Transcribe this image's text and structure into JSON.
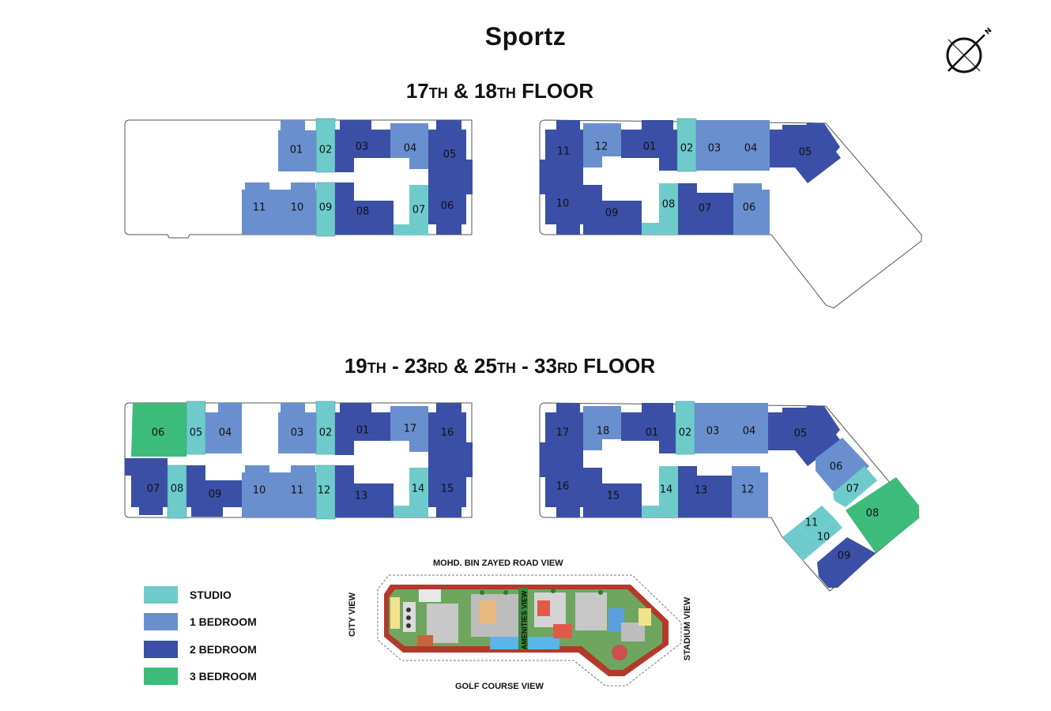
{
  "title": "Sportz",
  "floors": [
    {
      "main_a": "17",
      "suf_a": "TH",
      "joiner": " & ",
      "main_b": "18",
      "suf_b": "TH",
      "tail": " FLOOR"
    },
    {
      "main_a": "19",
      "suf_a": "TH",
      "joiner": " - ",
      "main_b": "23",
      "suf_b": "RD",
      "joiner2": " & ",
      "main_c": "25",
      "suf_c": "TH",
      "joiner3": " - ",
      "main_d": "33",
      "suf_d": "RD",
      "tail": " FLOOR"
    }
  ],
  "legend": [
    {
      "label": "STUDIO",
      "color": "#6fcbcb"
    },
    {
      "label": "1 BEDROOM",
      "color": "#6a8fcf"
    },
    {
      "label": "2 BEDROOM",
      "color": "#3b4fa6"
    },
    {
      "label": "3 BEDROOM",
      "color": "#3dbb7a"
    }
  ],
  "views": {
    "top": "MOHD. BIN ZAYED ROAD VIEW",
    "bottom": "GOLF COURSE VIEW",
    "left": "CITY VIEW",
    "right": "STADIUM VIEW",
    "center": "AMENITIES VIEW"
  },
  "compass_letter": "N",
  "units": {
    "f17_left": [
      "01",
      "02",
      "03",
      "04",
      "05",
      "11",
      "10",
      "09",
      "08",
      "07",
      "06"
    ],
    "f17_right": [
      "11",
      "12",
      "01",
      "02",
      "03",
      "04",
      "05",
      "10",
      "09",
      "08",
      "07",
      "06"
    ],
    "f19_left": [
      "06",
      "05",
      "04",
      "03",
      "02",
      "01",
      "17",
      "16",
      "07",
      "08",
      "09",
      "10",
      "11",
      "12",
      "13",
      "14",
      "15"
    ],
    "f19_right": [
      "17",
      "18",
      "01",
      "02",
      "03",
      "04",
      "05",
      "06",
      "07",
      "08",
      "16",
      "15",
      "14",
      "13",
      "12",
      "11",
      "10",
      "09"
    ]
  }
}
